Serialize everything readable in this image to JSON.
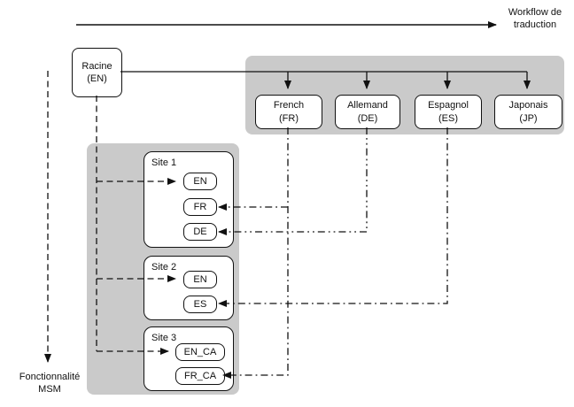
{
  "diagram": {
    "workflow_label": "Workflow de traduction",
    "msm_label": "Fonctionnalité MSM",
    "root": {
      "name": "Racine",
      "code": "(EN)"
    },
    "languages": [
      {
        "name": "French",
        "code": "(FR)"
      },
      {
        "name": "Allemand",
        "code": "(DE)"
      },
      {
        "name": "Espagnol",
        "code": "(ES)"
      },
      {
        "name": "Japonais",
        "code": "(JP)"
      }
    ],
    "sites": [
      {
        "label": "Site 1",
        "chips": [
          "EN",
          "FR",
          "DE"
        ]
      },
      {
        "label": "Site 2",
        "chips": [
          "EN",
          "ES"
        ]
      },
      {
        "label": "Site 3",
        "chips": [
          "EN_CA",
          "FR_CA"
        ]
      }
    ],
    "edges": [
      {
        "from": "Racine (EN)",
        "to": "French (FR)",
        "style": "solid-arrow"
      },
      {
        "from": "Racine (EN)",
        "to": "Allemand (DE)",
        "style": "solid-arrow"
      },
      {
        "from": "Racine (EN)",
        "to": "Espagnol (ES)",
        "style": "solid-arrow"
      },
      {
        "from": "Racine (EN)",
        "to": "Japonais (JP)",
        "style": "solid-arrow"
      },
      {
        "from": "Racine (EN)",
        "to": "Site 1 EN",
        "style": "dashed-arrow"
      },
      {
        "from": "Racine (EN)",
        "to": "Site 2 EN",
        "style": "dashed-arrow"
      },
      {
        "from": "Racine (EN)",
        "to": "Site 3 EN_CA",
        "style": "dashed-arrow"
      },
      {
        "from": "French (FR)",
        "to": "Site 1 FR",
        "style": "dashdot-arrow"
      },
      {
        "from": "French (FR)",
        "to": "Site 3 FR_CA",
        "style": "dashdot-arrow"
      },
      {
        "from": "Allemand (DE)",
        "to": "Site 1 DE",
        "style": "dashdotdot-arrow"
      },
      {
        "from": "Espagnol (ES)",
        "to": "Site 2 ES",
        "style": "dashdot-arrow"
      }
    ],
    "colors": {
      "panel": "#cacaca",
      "line": "#111111",
      "box_background": "#ffffff"
    }
  }
}
